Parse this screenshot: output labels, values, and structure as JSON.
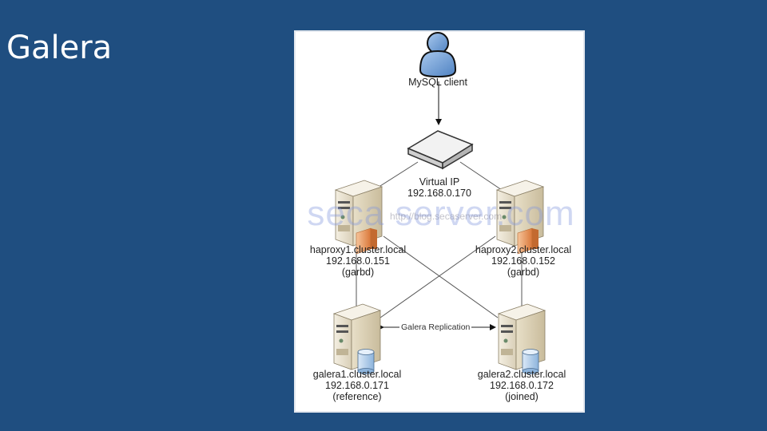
{
  "slide": {
    "title": "Galera"
  },
  "diagram": {
    "watermark": "seca server.com",
    "watermark_sub": "http://blog.secaserver.com",
    "client": {
      "label": "MySQL client",
      "icon": "user-icon"
    },
    "vip": {
      "name": "Virtual IP",
      "ip": "192.168.0.170",
      "icon": "switch-icon"
    },
    "haproxy1": {
      "host": "haproxy1.cluster.local",
      "ip": "192.168.0.151",
      "role": "(garbd)",
      "icon": "server-icon"
    },
    "haproxy2": {
      "host": "haproxy2.cluster.local",
      "ip": "192.168.0.152",
      "role": "(garbd)",
      "icon": "server-icon"
    },
    "galera1": {
      "host": "galera1.cluster.local",
      "ip": "192.168.0.171",
      "role": "(reference)",
      "icon": "database-server-icon"
    },
    "galera2": {
      "host": "galera2.cluster.local",
      "ip": "192.168.0.172",
      "role": "(joined)",
      "icon": "database-server-icon"
    },
    "replication_label": "Galera Replication",
    "colors": {
      "slide_bg": "#1f4e80",
      "person": "#6a9bd3",
      "server_body": "#e9e2d0",
      "server_accent": "#e79a5e",
      "db_cylinder": "#b8d3ee"
    }
  }
}
